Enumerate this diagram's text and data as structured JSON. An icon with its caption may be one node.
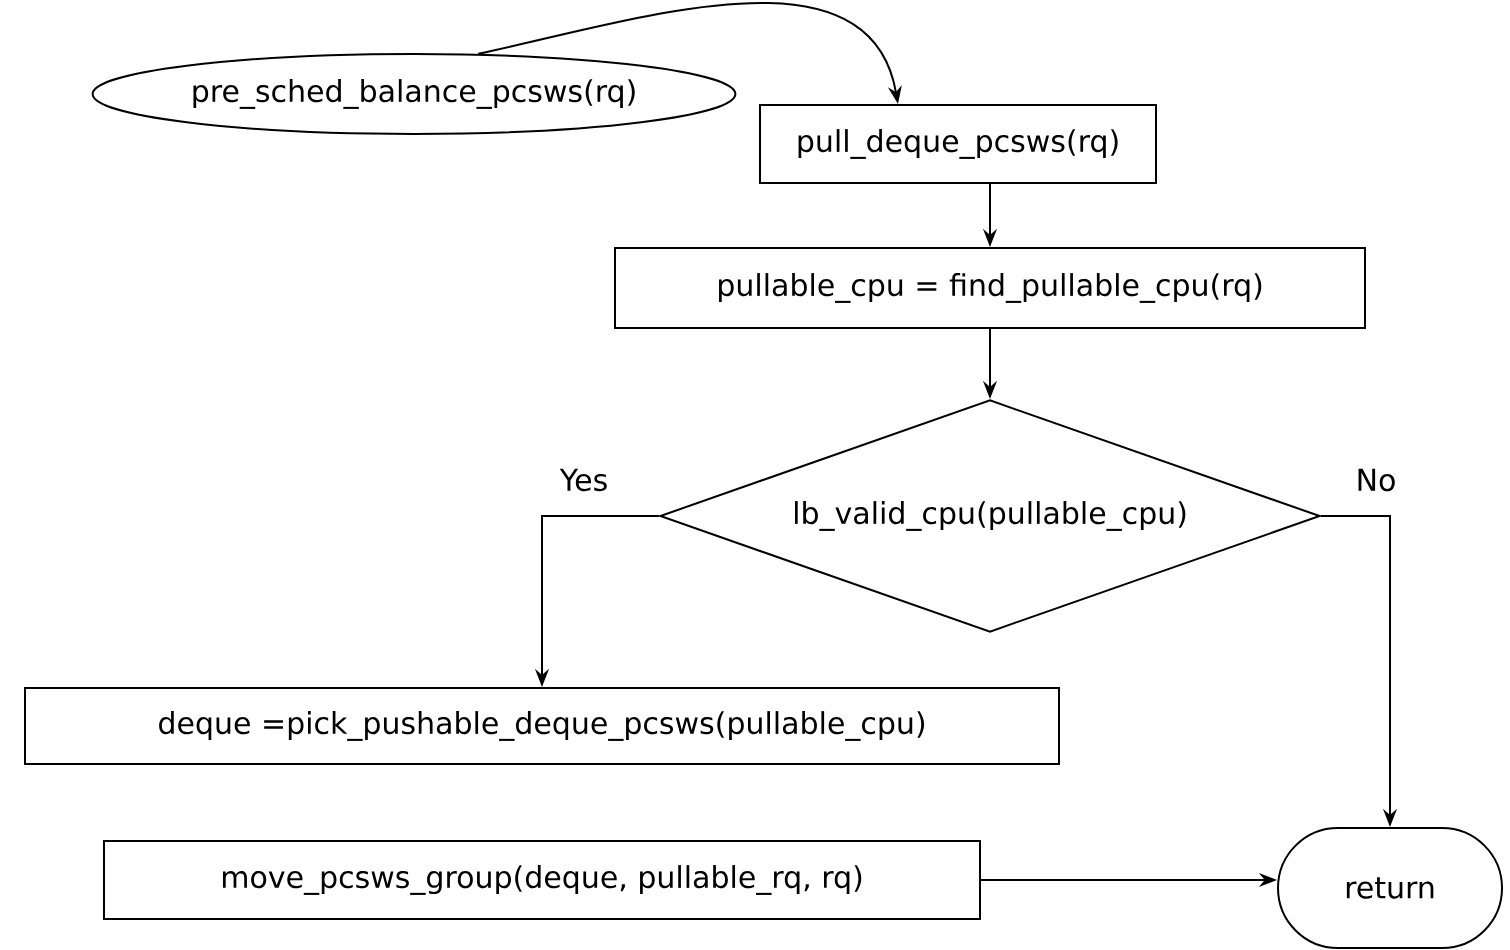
{
  "diagram": {
    "nodes": [
      {
        "text": [
          "pre_sched_balance_pcsws(rq)"
        ]
      },
      {
        "text": [
          "pull_deque_pcsws(rq)"
        ]
      },
      {
        "text": [
          "pullable_cpu = find_pullable_cpu(rq)"
        ]
      },
      {
        "text": [
          "lb_valid_cpu(pullable_cpu)"
        ]
      },
      {
        "text": [
          "deque =pick_pushable_deque_pcsws(pullable_cpu)"
        ]
      },
      {
        "text": [
          "move_pcsws_group(deque, pullable_rq, rq)"
        ]
      },
      {
        "text": [
          "return"
        ]
      }
    ],
    "edges": [
      {
        "from": 0,
        "to": 1,
        "arrow": "to"
      },
      {
        "from": 1,
        "to": 2,
        "arrow": "to"
      },
      {
        "from": 2,
        "to": 3,
        "arrow": "to"
      },
      {
        "from": 3,
        "to": 4,
        "arrow": "to",
        "label": "Yes"
      },
      {
        "from": 3,
        "to": 6,
        "arrow": "to",
        "label": "No"
      },
      {
        "from": 5,
        "to": 6,
        "arrow": "to"
      }
    ]
  }
}
